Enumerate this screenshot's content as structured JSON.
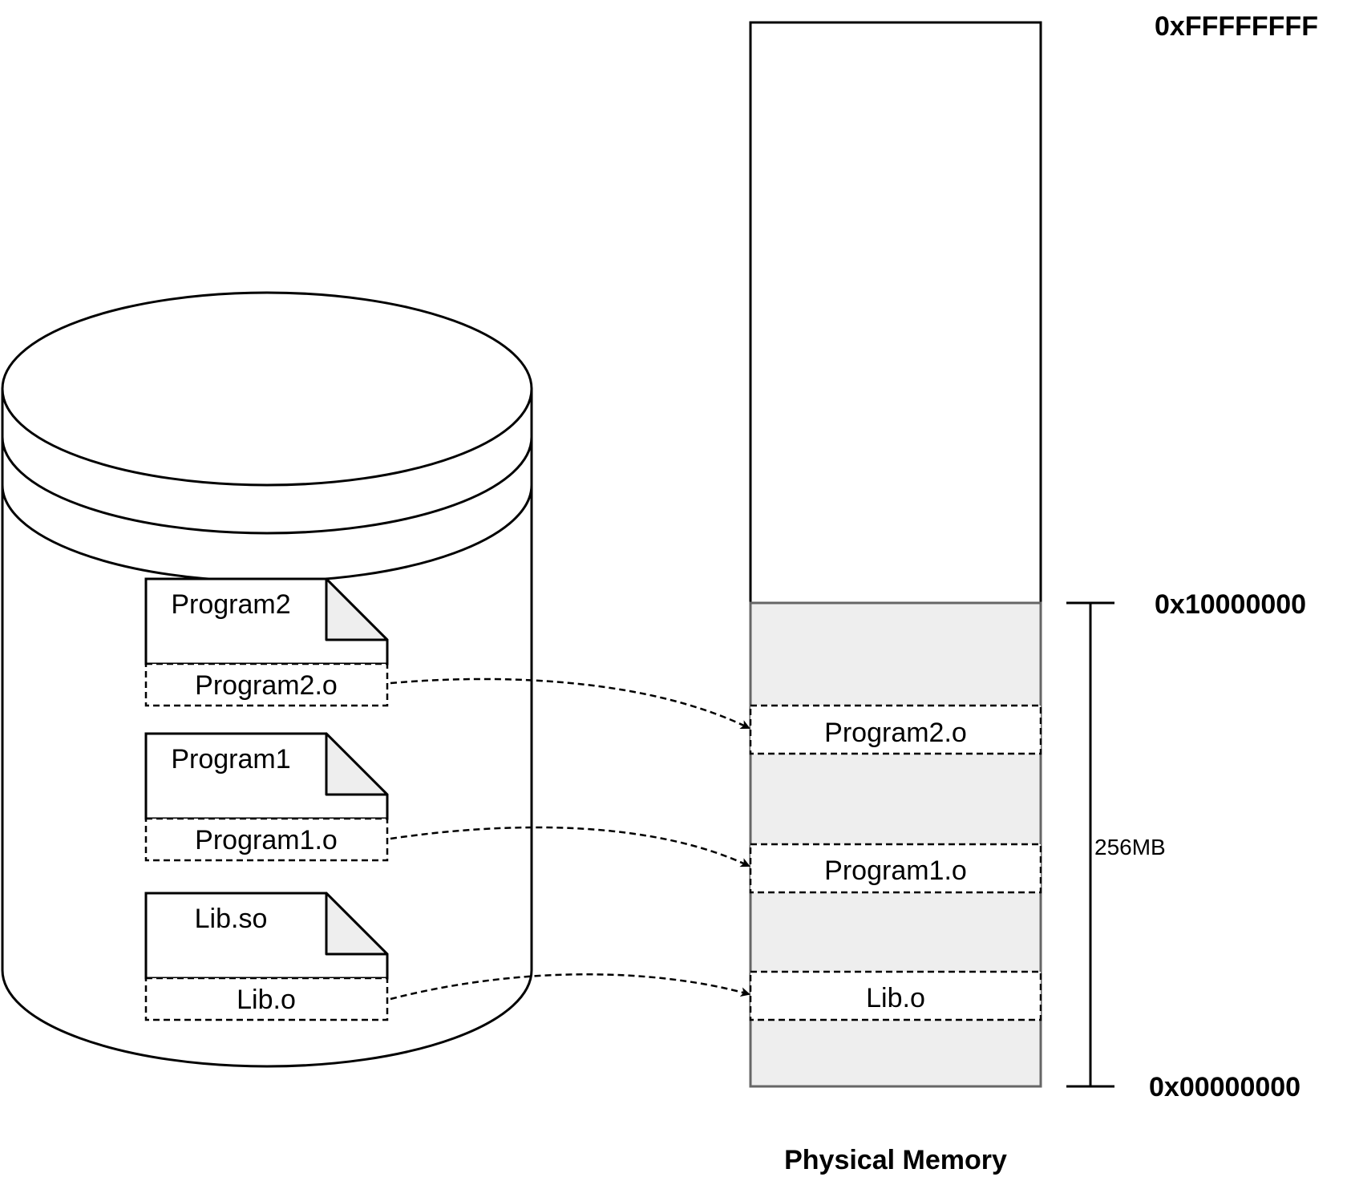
{
  "disk": {
    "files": [
      {
        "name": "Program2",
        "object": "Program2.o"
      },
      {
        "name": "Program1",
        "object": "Program1.o"
      },
      {
        "name": "Lib.so",
        "object": "Lib.o"
      }
    ]
  },
  "memory": {
    "title": "Physical Memory",
    "addresses": {
      "top": "0xFFFFFFFF",
      "mid": "0x10000000",
      "bottom": "0x00000000"
    },
    "range_label": "256MB",
    "segments": [
      "Program2.o",
      "Program1.o",
      "Lib.o"
    ]
  }
}
